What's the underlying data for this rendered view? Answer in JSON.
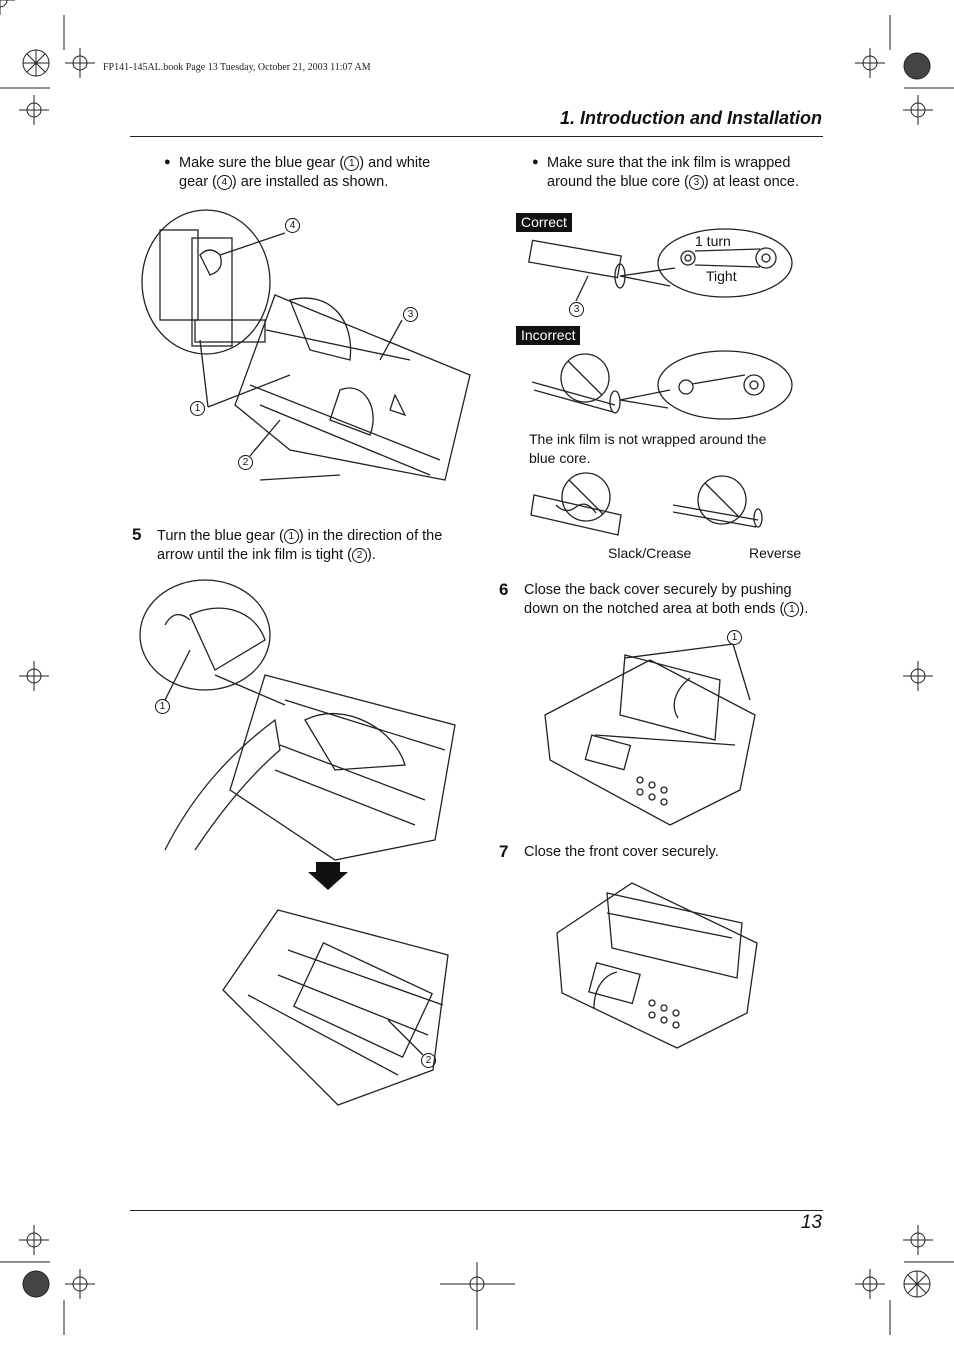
{
  "header": {
    "file_info": "FP141-145AL.book  Page 13  Tuesday, October 21, 2003  11:07 AM",
    "section_title": "1. Introduction and Installation"
  },
  "left_column": {
    "bullet_text_a": "Make sure the blue gear (",
    "bullet_text_b": ") and white",
    "bullet_text_c": "gear (",
    "bullet_text_d": ") are installed as shown.",
    "bullet_ref_1": "1",
    "bullet_ref_2": "4",
    "fig1_callouts": [
      "4",
      "3",
      "1",
      "2"
    ],
    "step5": {
      "number": "5",
      "line1_a": "Turn the blue gear (",
      "line1_b": ") in the direction of the",
      "line2_a": "arrow until the ink film is tight (",
      "line2_b": ").",
      "ref_1": "1",
      "ref_2": "2"
    },
    "fig2_callouts": [
      "1",
      "2"
    ]
  },
  "right_column": {
    "bullet_text_a": "Make sure that the ink film is wrapped",
    "bullet_text_b": "around the blue core (",
    "bullet_text_c": ") at least once.",
    "bullet_ref": "3",
    "correct_tag": "Correct",
    "correct_callout": "3",
    "one_turn": "1 turn",
    "tight": "Tight",
    "incorrect_tag": "Incorrect",
    "not_wrapped_line1": "The ink film is not wrapped around the",
    "not_wrapped_line2": "blue core.",
    "slack_crease": "Slack/Crease",
    "reverse": "Reverse",
    "step6": {
      "number": "6",
      "line1": "Close the back cover securely by pushing",
      "line2_a": "down on the notched area at both ends (",
      "line2_b": ").",
      "ref": "1"
    },
    "fig6_callout": "1",
    "step7": {
      "number": "7",
      "text": "Close the front cover securely."
    }
  },
  "footer": {
    "page_number": "13"
  }
}
